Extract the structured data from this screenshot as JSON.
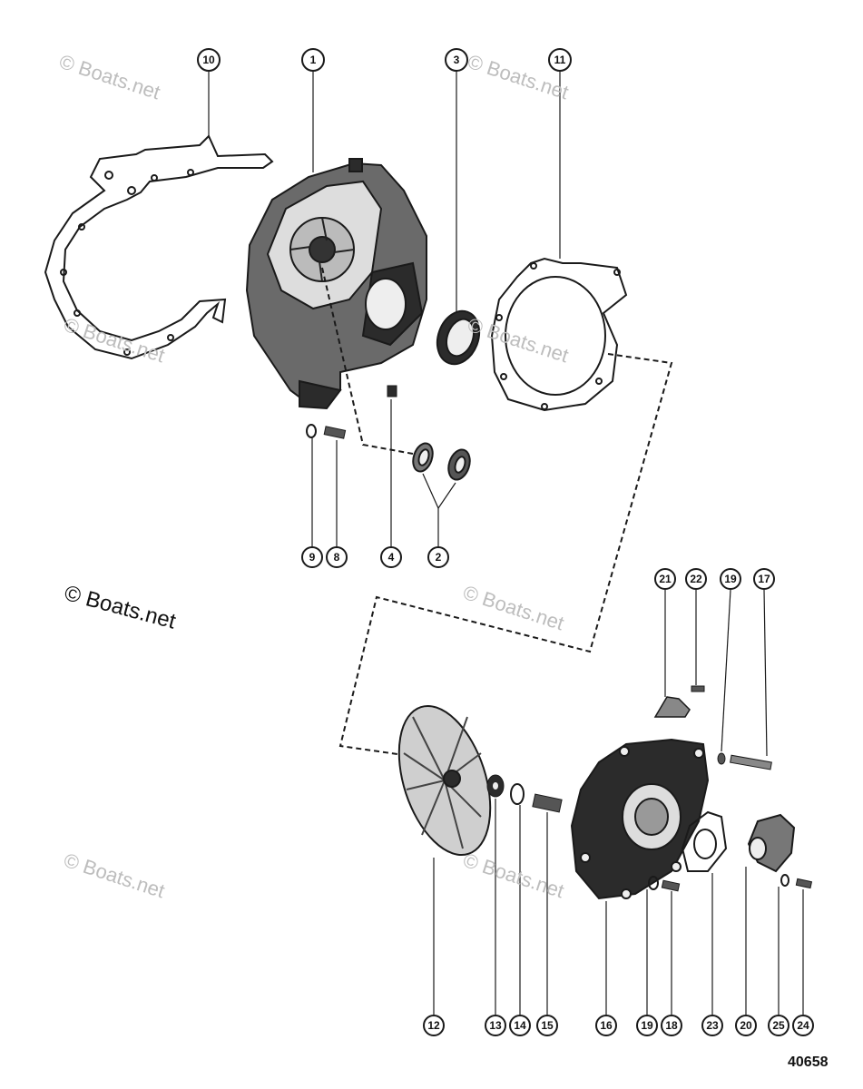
{
  "watermark": {
    "main": "© Boats.net",
    "faint": "© Boats.net"
  },
  "figure_number": "40658",
  "callouts": [
    "1",
    "2",
    "3",
    "4",
    "8",
    "9",
    "10",
    "11",
    "12",
    "13",
    "14",
    "15",
    "16",
    "17",
    "18",
    "19",
    "19",
    "20",
    "21",
    "22",
    "23",
    "24",
    "25"
  ],
  "colors": {
    "line": "#1a1a1a",
    "fill_dark": "#2b2b2b",
    "fill_mid": "#6a6a6a",
    "watermark": "#bdbdbd"
  }
}
